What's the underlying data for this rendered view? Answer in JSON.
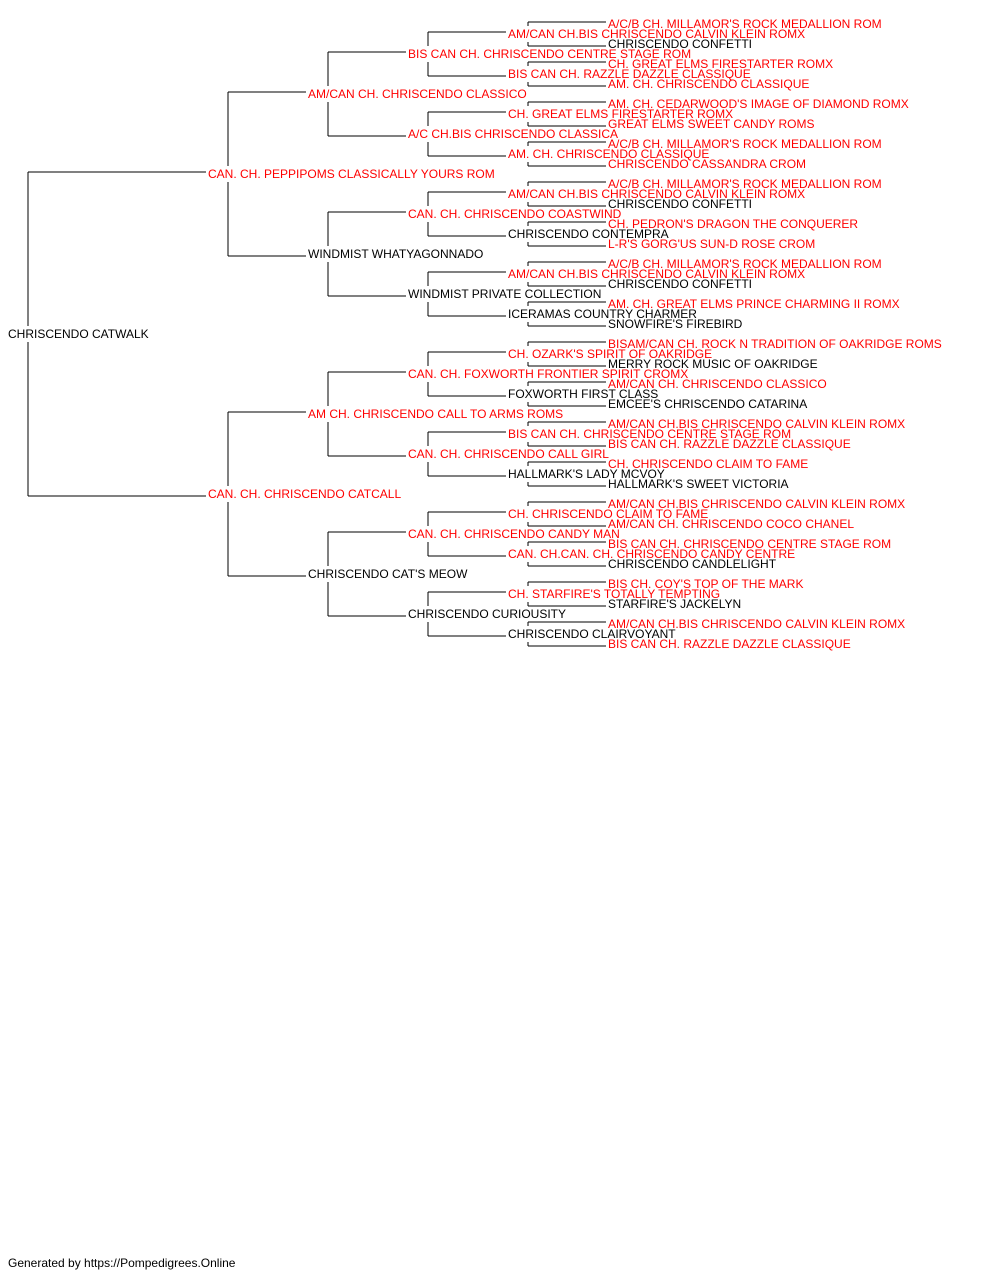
{
  "colors": {
    "champion": "#ff0000",
    "normal": "#000000",
    "line": "#000000"
  },
  "footer": "Generated by https://Pompedigrees.Online",
  "pedigree": {
    "name": "CHRISCENDO CATWALK",
    "champ": false,
    "sire": {
      "name": "CAN. CH. PEPPIPOMS CLASSICALLY YOURS ROM",
      "champ": true,
      "sire": {
        "name": "AM/CAN CH. CHRISCENDO CLASSICO",
        "champ": true,
        "sire": {
          "name": "BIS CAN CH. CHRISCENDO CENTRE STAGE ROM",
          "champ": true,
          "sire": {
            "name": "AM/CAN CH.BIS CHRISCENDO CALVIN KLEIN ROMX",
            "champ": true,
            "sire": {
              "name": "A/C/B CH. MILLAMOR'S ROCK MEDALLION ROM",
              "champ": true
            },
            "dam": {
              "name": "CHRISCENDO CONFETTI",
              "champ": false
            }
          },
          "dam": {
            "name": "BIS CAN CH. RAZZLE DAZZLE CLASSIQUE",
            "champ": true,
            "sire": {
              "name": "CH. GREAT ELMS FIRESTARTER ROMX",
              "champ": true
            },
            "dam": {
              "name": "AM. CH. CHRISCENDO CLASSIQUE",
              "champ": true
            }
          }
        },
        "dam": {
          "name": "A/C CH.BIS CHRISCENDO CLASSICA",
          "champ": true,
          "sire": {
            "name": "CH. GREAT ELMS FIRESTARTER ROMX",
            "champ": true,
            "sire": {
              "name": "AM. CH. CEDARWOOD'S IMAGE OF DIAMOND ROMX",
              "champ": true
            },
            "dam": {
              "name": "GREAT ELMS SWEET CANDY ROMS",
              "champ": true
            }
          },
          "dam": {
            "name": "AM. CH. CHRISCENDO CLASSIQUE",
            "champ": true,
            "sire": {
              "name": "A/C/B CH. MILLAMOR'S ROCK MEDALLION ROM",
              "champ": true
            },
            "dam": {
              "name": "CHRISCENDO CASSANDRA CROM",
              "champ": true
            }
          }
        }
      },
      "dam": {
        "name": "WINDMIST WHATYAGONNADO",
        "champ": false,
        "sire": {
          "name": "CAN. CH. CHRISCENDO COASTWIND",
          "champ": true,
          "sire": {
            "name": "AM/CAN CH.BIS CHRISCENDO CALVIN KLEIN ROMX",
            "champ": true,
            "sire": {
              "name": "A/C/B CH. MILLAMOR'S ROCK MEDALLION ROM",
              "champ": true
            },
            "dam": {
              "name": "CHRISCENDO CONFETTI",
              "champ": false
            }
          },
          "dam": {
            "name": "CHRISCENDO CONTEMPRA",
            "champ": false,
            "sire": {
              "name": "CH. PEDRON'S DRAGON THE CONQUERER",
              "champ": true
            },
            "dam": {
              "name": "L-R'S GORG'US SUN-D ROSE CROM",
              "champ": true
            }
          }
        },
        "dam": {
          "name": "WINDMIST PRIVATE COLLECTION",
          "champ": false,
          "sire": {
            "name": "AM/CAN CH.BIS CHRISCENDO CALVIN KLEIN ROMX",
            "champ": true,
            "sire": {
              "name": "A/C/B CH. MILLAMOR'S ROCK MEDALLION ROM",
              "champ": true
            },
            "dam": {
              "name": "CHRISCENDO CONFETTI",
              "champ": false
            }
          },
          "dam": {
            "name": "ICERAMAS COUNTRY CHARMER",
            "champ": false,
            "sire": {
              "name": "AM. CH. GREAT ELMS PRINCE CHARMING II ROMX",
              "champ": true
            },
            "dam": {
              "name": "SNOWFIRE'S FIREBIRD",
              "champ": false
            }
          }
        }
      }
    },
    "dam": {
      "name": "CAN. CH. CHRISCENDO CATCALL",
      "champ": true,
      "sire": {
        "name": "AM CH. CHRISCENDO CALL TO ARMS ROMS",
        "champ": true,
        "sire": {
          "name": "CAN. CH. FOXWORTH FRONTIER SPIRIT CROMX",
          "champ": true,
          "sire": {
            "name": "CH. OZARK'S SPIRIT OF OAKRIDGE",
            "champ": true,
            "sire": {
              "name": "BISAM/CAN CH. ROCK N TRADITION OF OAKRIDGE ROMS",
              "champ": true
            },
            "dam": {
              "name": "MERRY ROCK MUSIC OF OAKRIDGE",
              "champ": false
            }
          },
          "dam": {
            "name": "FOXWORTH FIRST CLASS",
            "champ": false,
            "sire": {
              "name": "AM/CAN CH. CHRISCENDO CLASSICO",
              "champ": true
            },
            "dam": {
              "name": "EMCEE'S CHRISCENDO CATARINA",
              "champ": false
            }
          }
        },
        "dam": {
          "name": "CAN. CH. CHRISCENDO CALL GIRL",
          "champ": true,
          "sire": {
            "name": "BIS CAN CH. CHRISCENDO CENTRE STAGE ROM",
            "champ": true,
            "sire": {
              "name": "AM/CAN CH.BIS CHRISCENDO CALVIN KLEIN ROMX",
              "champ": true
            },
            "dam": {
              "name": "BIS CAN CH. RAZZLE DAZZLE CLASSIQUE",
              "champ": true
            }
          },
          "dam": {
            "name": "HALLMARK'S LADY MCVOY",
            "champ": false,
            "sire": {
              "name": "CH. CHRISCENDO CLAIM TO FAME",
              "champ": true
            },
            "dam": {
              "name": "HALLMARK'S SWEET VICTORIA",
              "champ": false
            }
          }
        }
      },
      "dam": {
        "name": "CHRISCENDO CAT'S MEOW",
        "champ": false,
        "sire": {
          "name": "CAN. CH. CHRISCENDO CANDY MAN",
          "champ": true,
          "sire": {
            "name": "CH. CHRISCENDO CLAIM TO FAME",
            "champ": true,
            "sire": {
              "name": "AM/CAN CH.BIS CHRISCENDO CALVIN KLEIN ROMX",
              "champ": true
            },
            "dam": {
              "name": "AM/CAN CH. CHRISCENDO COCO CHANEL",
              "champ": true
            }
          },
          "dam": {
            "name": "CAN. CH.CAN. CH. CHRISCENDO CANDY CENTRE",
            "champ": true,
            "sire": {
              "name": "BIS CAN CH. CHRISCENDO CENTRE STAGE ROM",
              "champ": true
            },
            "dam": {
              "name": "CHRISCENDO CANDLELIGHT",
              "champ": false
            }
          }
        },
        "dam": {
          "name": "CHRISCENDO CURIOUSITY",
          "champ": false,
          "sire": {
            "name": "CH. STARFIRE'S TOTALLY TEMPTING",
            "champ": true,
            "sire": {
              "name": "BIS CH. COY'S TOP OF THE MARK",
              "champ": true
            },
            "dam": {
              "name": "STARFIRE'S JACKELYN",
              "champ": false
            }
          },
          "dam": {
            "name": "CHRISCENDO CLAIRVOYANT",
            "champ": false,
            "sire": {
              "name": "AM/CAN CH.BIS CHRISCENDO CALVIN KLEIN ROMX",
              "champ": true
            },
            "dam": {
              "name": "BIS CAN CH. RAZZLE DAZZLE CLASSIQUE",
              "champ": true
            }
          }
        }
      }
    }
  }
}
